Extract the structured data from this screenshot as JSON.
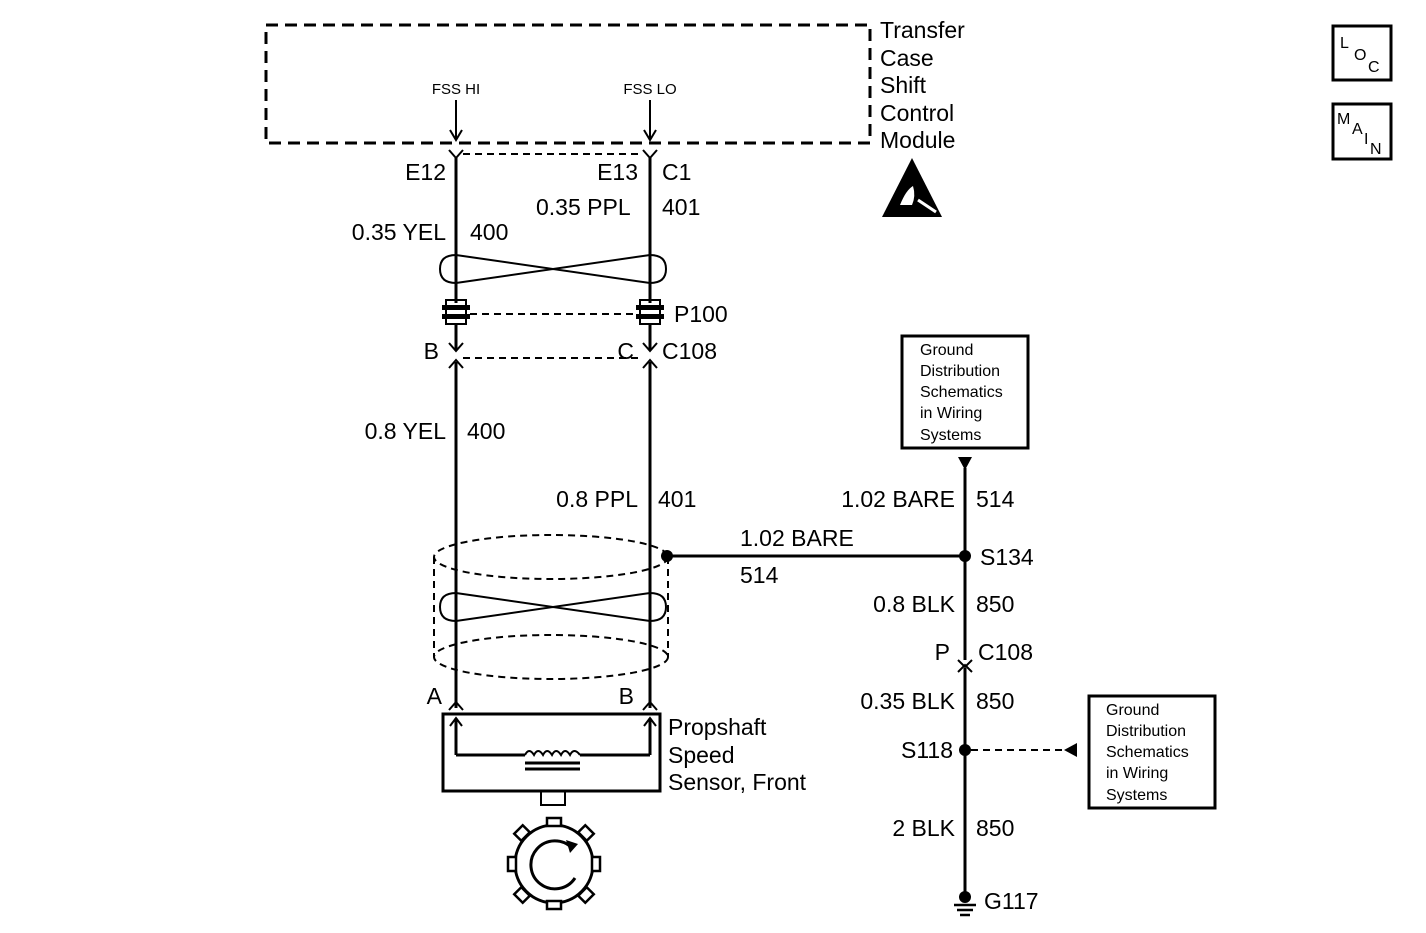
{
  "module": {
    "name_lines": [
      "Transfer",
      "Case",
      "Shift",
      "Control",
      "Module"
    ],
    "pin_hi_label": "FSS HI",
    "pin_lo_label": "FSS LO"
  },
  "connectors": {
    "e12": "E12",
    "e13": "E13",
    "c1": "C1",
    "p100": "P100",
    "c108_top_pin_b": "B",
    "c108_top_pin_c": "C",
    "c108_top_name": "C108",
    "sensor_pin_a": "A",
    "sensor_pin_b": "B",
    "c108_ground_pin": "P",
    "c108_ground_name": "C108"
  },
  "wires": {
    "yel_upper": {
      "gauge_color": "0.35 YEL",
      "circuit": "400"
    },
    "ppl_upper": {
      "gauge_color": "0.35 PPL",
      "circuit": "401"
    },
    "yel_lower": {
      "gauge_color": "0.8 YEL",
      "circuit": "400"
    },
    "ppl_lower": {
      "gauge_color": "0.8 PPL",
      "circuit": "401"
    },
    "shield_drain": {
      "gauge_color": "1.02 BARE",
      "circuit": "514"
    },
    "ground_bare": {
      "gauge_color": "1.02 BARE",
      "circuit": "514"
    },
    "blk_1": {
      "gauge_color": "0.8 BLK",
      "circuit": "850"
    },
    "blk_2": {
      "gauge_color": "0.35 BLK",
      "circuit": "850"
    },
    "blk_3": {
      "gauge_color": "2 BLK",
      "circuit": "850"
    }
  },
  "splices": {
    "s134": "S134",
    "s118": "S118"
  },
  "ground": {
    "g117": "G117"
  },
  "sensor": {
    "name_lines": [
      "Propshaft",
      "Speed",
      "Sensor, Front"
    ]
  },
  "ref_box_1": {
    "lines": [
      "Ground",
      "Distribution",
      "Schematics",
      "in Wiring",
      "Systems"
    ]
  },
  "ref_box_2": {
    "lines": [
      "Ground",
      "Distribution",
      "Schematics",
      "in Wiring",
      "Systems"
    ]
  },
  "nav": {
    "loc": [
      "L",
      "O",
      "C"
    ],
    "main": [
      "M",
      "A",
      "I",
      "N"
    ]
  }
}
